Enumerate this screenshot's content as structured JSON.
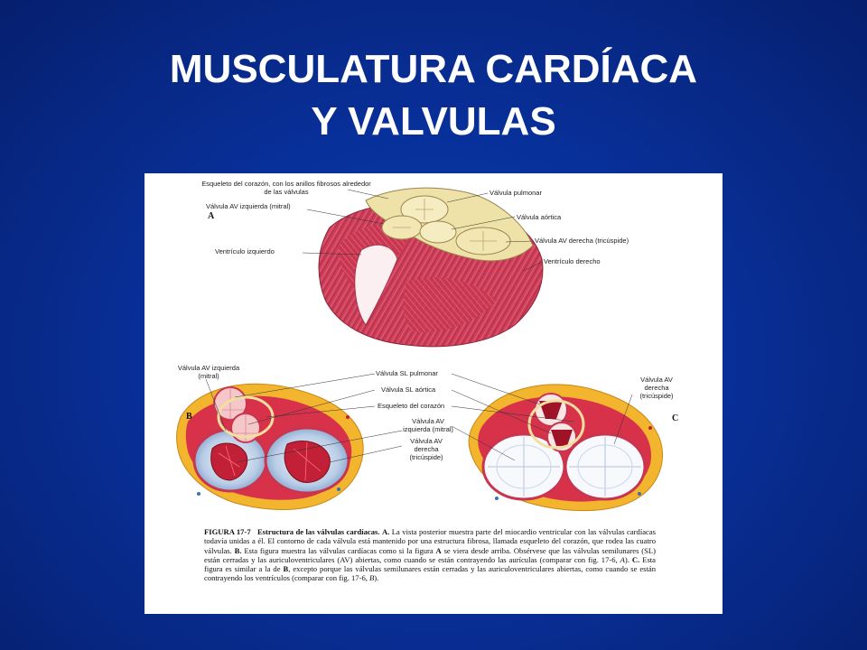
{
  "slide": {
    "title_line1": "MUSCULATURA CARDÍACA",
    "title_line2": "Y VALVULAS"
  },
  "figure": {
    "panel_a": {
      "letter": "A",
      "labels": {
        "skeleton": "Esqueleto del corazón, con los anillos fibrosos alrededor de las válvulas",
        "left_av": "Válvula AV izquierda (mitral)",
        "left_ventricle": "Ventrículo izquierdo",
        "pulmonary": "Válvula pulmonar",
        "aortic": "Válvula aórtica",
        "right_av": "Válvula AV derecha (tricúspide)",
        "right_ventricle": "Ventrículo derecho"
      }
    },
    "panel_b": {
      "letter": "B",
      "labels": {
        "left_av": "Válvula AV izquierda (mitral)"
      }
    },
    "panel_c": {
      "letter": "C",
      "labels": {
        "right_av": "Válvula AV derecha (tricúspide)"
      }
    },
    "center_labels": {
      "sl_pulmonary": "Válvula SL pulmonar",
      "sl_aortic": "Válvula SL aórtica",
      "skeleton": "Esqueleto del corazón",
      "left_av": "Válvula AV izquierda (mitral)",
      "right_av": "Válvula AV derecha (tricúspide)"
    },
    "caption": {
      "number": "FIGURA 17-7",
      "title": "Estructura de las válvulas cardíacas.",
      "a_letter": "A.",
      "a_text": "La vista posterior muestra parte del miocardio ventricular con las válvulas cardíacas todavía unidas a él. El contorno de cada válvula está mantenido por una estructura fibrosa, llamada esqueleto del corazón, que rodea las cuatro válvulas.",
      "b_letter": "B.",
      "b_text_1": "Esta figura muestra las válvulas cardíacas como si la figura",
      "b_ref": "A",
      "b_text_2": "se viera desde arriba. Obsérvese que las válvulas semilunares (SL) están cerradas y las auriculoventriculares (AV) abiertas, como cuando se están contrayendo las aurículas (comparar con fig. 17-6,",
      "b_fig_ref": "A",
      "b_text_3": ").",
      "c_letter": "C.",
      "c_text_1": "Esta figura es similar a la de",
      "c_ref": "B",
      "c_text_2": ", excepto porque las válvulas semilunares están cerradas y las auriculoventriculares abiertas, como cuando se están contrayendo los ventrículos (comparar con fig. 17-6,",
      "c_fig_ref": "B",
      "c_text_3": ")."
    }
  },
  "colors": {
    "background": "#08309a",
    "title": "#ffffff",
    "muscle": "#cc3b55",
    "valve_ring": "#efe2a8",
    "fat": "#f3b52e"
  }
}
